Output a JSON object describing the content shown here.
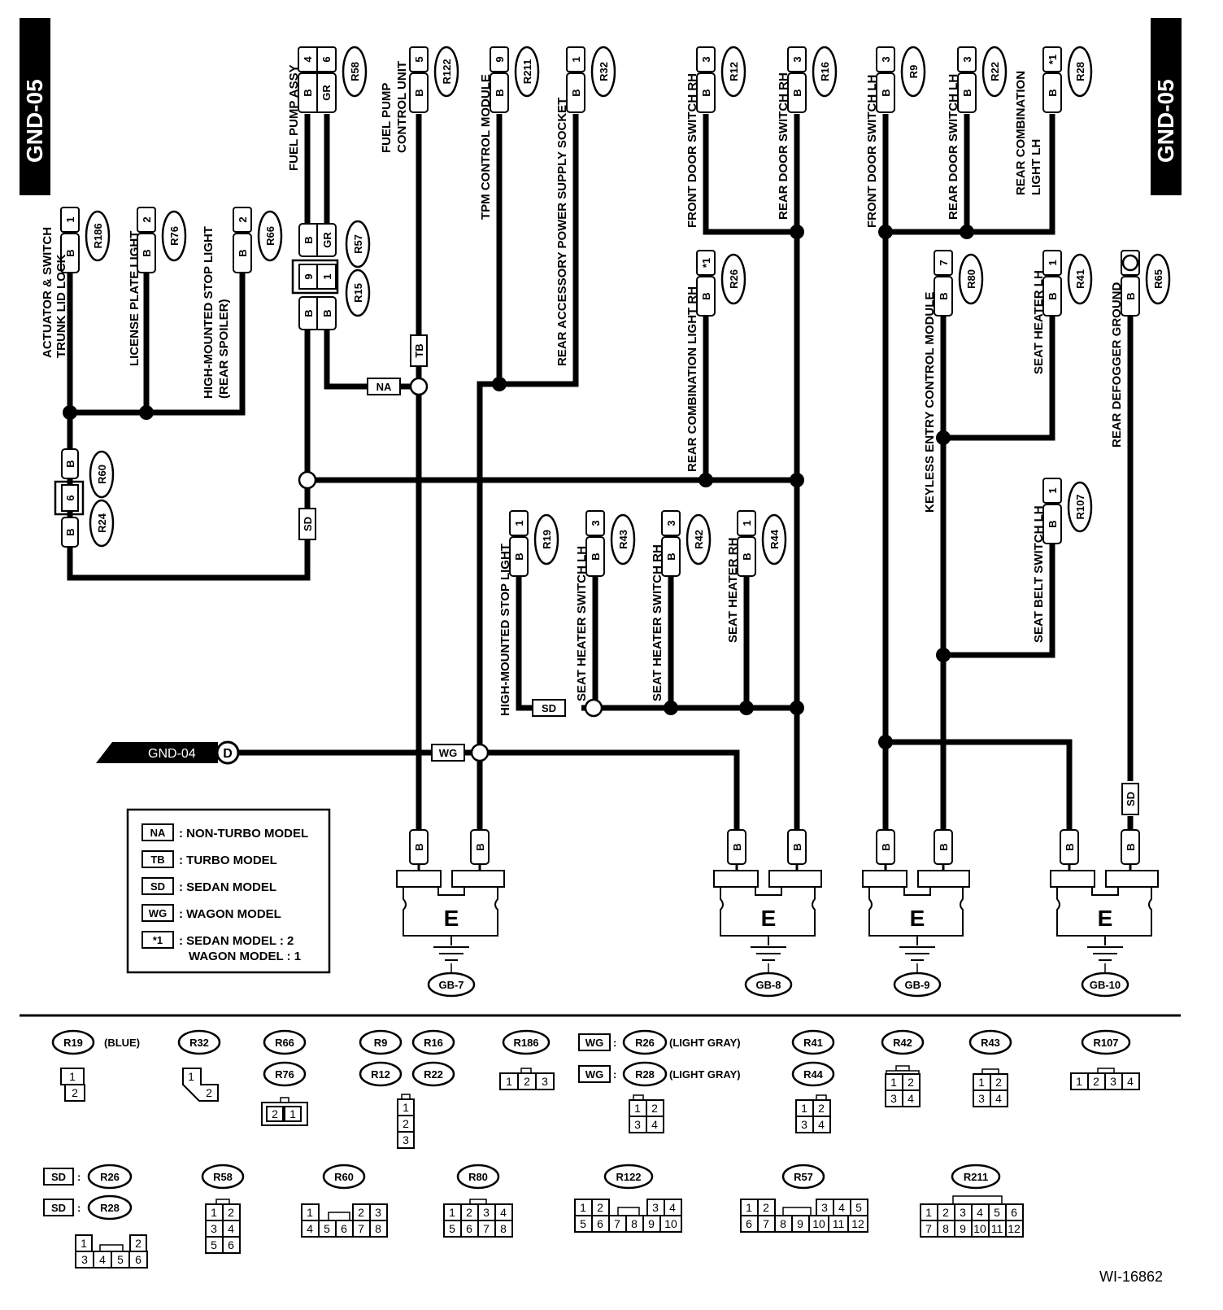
{
  "title": "GND-05",
  "figure_id": "WI-16862",
  "gnd_prev": "GND-04",
  "gnd_prev_marker": "D",
  "components": [
    {
      "key": "c1",
      "label_lines": [
        "TRUNK LID LOCK",
        "ACTUATOR & SWITCH"
      ],
      "conn": "R186",
      "pin": "1",
      "wire": "B"
    },
    {
      "key": "c2",
      "label_lines": [
        "LICENSE PLATE LIGHT"
      ],
      "conn": "R76",
      "pin": "2",
      "wire": "B"
    },
    {
      "key": "c3",
      "label_lines": [
        "HIGH-MOUNTED STOP LIGHT",
        "(REAR SPOILER)"
      ],
      "conn": "R66",
      "pin": "2",
      "wire": "B"
    },
    {
      "key": "c4",
      "label_lines": [
        "FUEL PUMP ASSY"
      ],
      "conn": "R58",
      "pins": [
        "4",
        "6"
      ],
      "wires": [
        "B",
        "GR"
      ]
    },
    {
      "key": "c5",
      "label_lines": [
        "FUEL PUMP",
        "CONTROL UNIT"
      ],
      "conn": "R122",
      "pin": "5",
      "wire": "B"
    },
    {
      "key": "c6",
      "label_lines": [
        "TPM CONTROL MODULE"
      ],
      "conn": "R211",
      "pin": "9",
      "wire": "B"
    },
    {
      "key": "c7",
      "label_lines": [
        "REAR ACCESSORY POWER SUPPLY SOCKET"
      ],
      "conn": "R32",
      "pin": "1",
      "wire": "B"
    },
    {
      "key": "c8",
      "label_lines": [
        "FRONT DOOR SWITCH RH"
      ],
      "conn": "R12",
      "pin": "3",
      "wire": "B"
    },
    {
      "key": "c9",
      "label_lines": [
        "REAR DOOR SWITCH RH"
      ],
      "conn": "R16",
      "pin": "3",
      "wire": "B"
    },
    {
      "key": "c10",
      "label_lines": [
        "FRONT DOOR SWITCH LH"
      ],
      "conn": "R9",
      "pin": "3",
      "wire": "B"
    },
    {
      "key": "c11",
      "label_lines": [
        "REAR DOOR SWITCH LH"
      ],
      "conn": "R22",
      "pin": "3",
      "wire": "B"
    },
    {
      "key": "c12",
      "label_lines": [
        "REAR COMBINATION",
        "LIGHT LH"
      ],
      "conn": "R28",
      "pin": "*1",
      "wire": "B"
    },
    {
      "key": "c13",
      "label_lines": [
        "REAR COMBINATION LIGHT RH"
      ],
      "conn": "R26",
      "pin": "*1",
      "wire": "B"
    },
    {
      "key": "c14",
      "label_lines": [
        "KEYLESS ENTRY CONTROL MODULE"
      ],
      "conn": "R80",
      "pin": "7",
      "wire": "B"
    },
    {
      "key": "c15",
      "label_lines": [
        "SEAT HEATER LH"
      ],
      "conn": "R41",
      "pin": "1",
      "wire": "B"
    },
    {
      "key": "c16",
      "label_lines": [
        "REAR DEFOGGER GROUND"
      ],
      "conn": "R65",
      "pin": "",
      "wire": "B"
    },
    {
      "key": "c17",
      "label_lines": [
        "SEAT BELT SWITCH LH"
      ],
      "conn": "R107",
      "pin": "1",
      "wire": "B"
    },
    {
      "key": "c18",
      "label_lines": [
        "HIGH-MOUNTED STOP LIGHT"
      ],
      "conn": "R19",
      "pin": "1",
      "wire": "B"
    },
    {
      "key": "c19",
      "label_lines": [
        "SEAT HEATER SWITCH LH"
      ],
      "conn": "R43",
      "pin": "3",
      "wire": "B"
    },
    {
      "key": "c20",
      "label_lines": [
        "SEAT HEATER SWITCH RH"
      ],
      "conn": "R42",
      "pin": "3",
      "wire": "B"
    },
    {
      "key": "c21",
      "label_lines": [
        "SEAT HEATER RH"
      ],
      "conn": "R44",
      "pin": "1",
      "wire": "B"
    }
  ],
  "joint_connectors": [
    {
      "conns": [
        "R57",
        "R15"
      ],
      "pins": [
        "9",
        "1"
      ],
      "wires_top": [
        "B",
        "GR"
      ],
      "wires_bottom": [
        "B",
        "B"
      ]
    },
    {
      "conns": [
        "R60",
        "R24"
      ],
      "pins": [
        "6"
      ],
      "wires_top": [
        "B"
      ],
      "wires_bottom": [
        "B"
      ]
    }
  ],
  "tags": {
    "na": "NA",
    "tb": "TB",
    "sd": "SD",
    "wg": "WG",
    "b": "B"
  },
  "grounds": [
    {
      "symbol": "E",
      "name": "GB-7"
    },
    {
      "symbol": "E",
      "name": "GB-8"
    },
    {
      "symbol": "E",
      "name": "GB-9"
    },
    {
      "symbol": "E",
      "name": "GB-10"
    }
  ],
  "legend": [
    {
      "tag": "NA",
      "text": ": NON-TURBO MODEL"
    },
    {
      "tag": "TB",
      "text": ": TURBO MODEL"
    },
    {
      "tag": "SD",
      "text": ": SEDAN MODEL"
    },
    {
      "tag": "WG",
      "text": ": WAGON MODEL"
    },
    {
      "tag": "*1",
      "text": ": SEDAN MODEL : 2",
      "text2": "WAGON MODEL : 1"
    }
  ],
  "connector_views": {
    "r19": {
      "name": "R19",
      "note": "(BLUE)",
      "pins": [
        "1",
        "2"
      ]
    },
    "r32": {
      "name": "R32",
      "pins": [
        "1",
        "2"
      ]
    },
    "r66": {
      "name": "R66"
    },
    "r76": {
      "name": "R76",
      "pins": [
        "2",
        "1"
      ]
    },
    "r9": {
      "name": "R9"
    },
    "r16": {
      "name": "R16"
    },
    "r12": {
      "name": "R12"
    },
    "r22": {
      "name": "R22"
    },
    "r3pin": {
      "pins": [
        "1",
        "2",
        "3"
      ]
    },
    "r186": {
      "name": "R186",
      "pins": [
        "1",
        "2",
        "3"
      ]
    },
    "wg_r26": {
      "tag": "WG",
      "name": "R26",
      "note": "(LIGHT GRAY)"
    },
    "wg_r28": {
      "tag": "WG",
      "name": "R28",
      "note": "(LIGHT GRAY)"
    },
    "r4pin": {
      "pins": [
        "1",
        "2",
        "3",
        "4"
      ]
    },
    "r41": {
      "name": "R41"
    },
    "r44": {
      "name": "R44"
    },
    "r42": {
      "name": "R42"
    },
    "r43": {
      "name": "R43"
    },
    "r107": {
      "name": "R107",
      "pins": [
        "1",
        "2",
        "3",
        "4"
      ]
    },
    "sd_r26": {
      "tag": "SD",
      "name": "R26"
    },
    "sd_r28": {
      "tag": "SD",
      "name": "R28"
    },
    "sd6": {
      "pins": [
        "1",
        "2",
        "3",
        "4",
        "5",
        "6"
      ]
    },
    "r58": {
      "name": "R58",
      "pins": [
        "1",
        "2",
        "3",
        "4",
        "5",
        "6"
      ]
    },
    "r60": {
      "name": "R60",
      "pins": [
        "1",
        "2",
        "3",
        "4",
        "5",
        "6",
        "7",
        "8"
      ]
    },
    "r80": {
      "name": "R80",
      "pins": [
        "1",
        "2",
        "3",
        "4",
        "5",
        "6",
        "7",
        "8"
      ]
    },
    "r122": {
      "name": "R122",
      "pins": [
        "1",
        "2",
        "3",
        "4",
        "5",
        "6",
        "7",
        "8",
        "9",
        "10"
      ]
    },
    "r57": {
      "name": "R57",
      "pins": [
        "1",
        "2",
        "3",
        "4",
        "5",
        "6",
        "7",
        "8",
        "9",
        "10",
        "11",
        "12"
      ]
    },
    "r211": {
      "name": "R211",
      "pins": [
        "1",
        "2",
        "3",
        "4",
        "5",
        "6",
        "7",
        "8",
        "9",
        "10",
        "11",
        "12"
      ]
    }
  }
}
